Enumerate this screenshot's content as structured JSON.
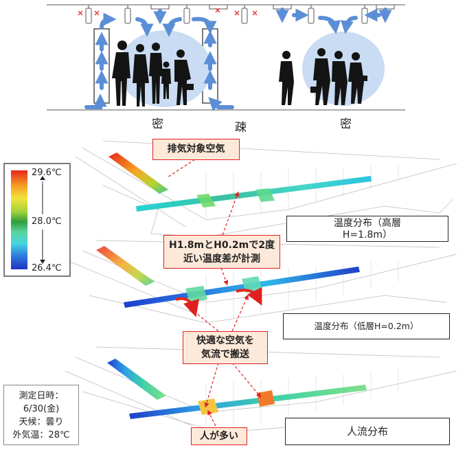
{
  "density_labels": {
    "left": "密",
    "middle": "疎",
    "right": "密"
  },
  "legend": {
    "max": "29.6℃",
    "mid": "28.0℃",
    "min": "26.4℃"
  },
  "callouts": {
    "exhaust": "排気対象空気",
    "diff_line1": "H1.8mとH0.2mで2度",
    "diff_line2": "近い温度差が計測",
    "comfort_line1": "快適な空気を",
    "comfort_line2": "気流で搬送",
    "crowd": "人が多い"
  },
  "panels": {
    "high": {
      "line1": "温度分布（高層",
      "line2": "H=1.8m）"
    },
    "low": "温度分布（低層H=0.2m）",
    "flow": "人流分布"
  },
  "measurement": {
    "line1": "測定日時：",
    "line2": "6/30(金)",
    "line3": "天候：曇り",
    "line4": "外気温：28℃"
  },
  "colors": {
    "arrow": "#5b8ed6",
    "callout_border": "#e02020",
    "callout_fill": "#fde9d9",
    "crowd_bubble": "#c9dcf3",
    "hot": "#e8261b",
    "cold": "#1f3fc8"
  }
}
